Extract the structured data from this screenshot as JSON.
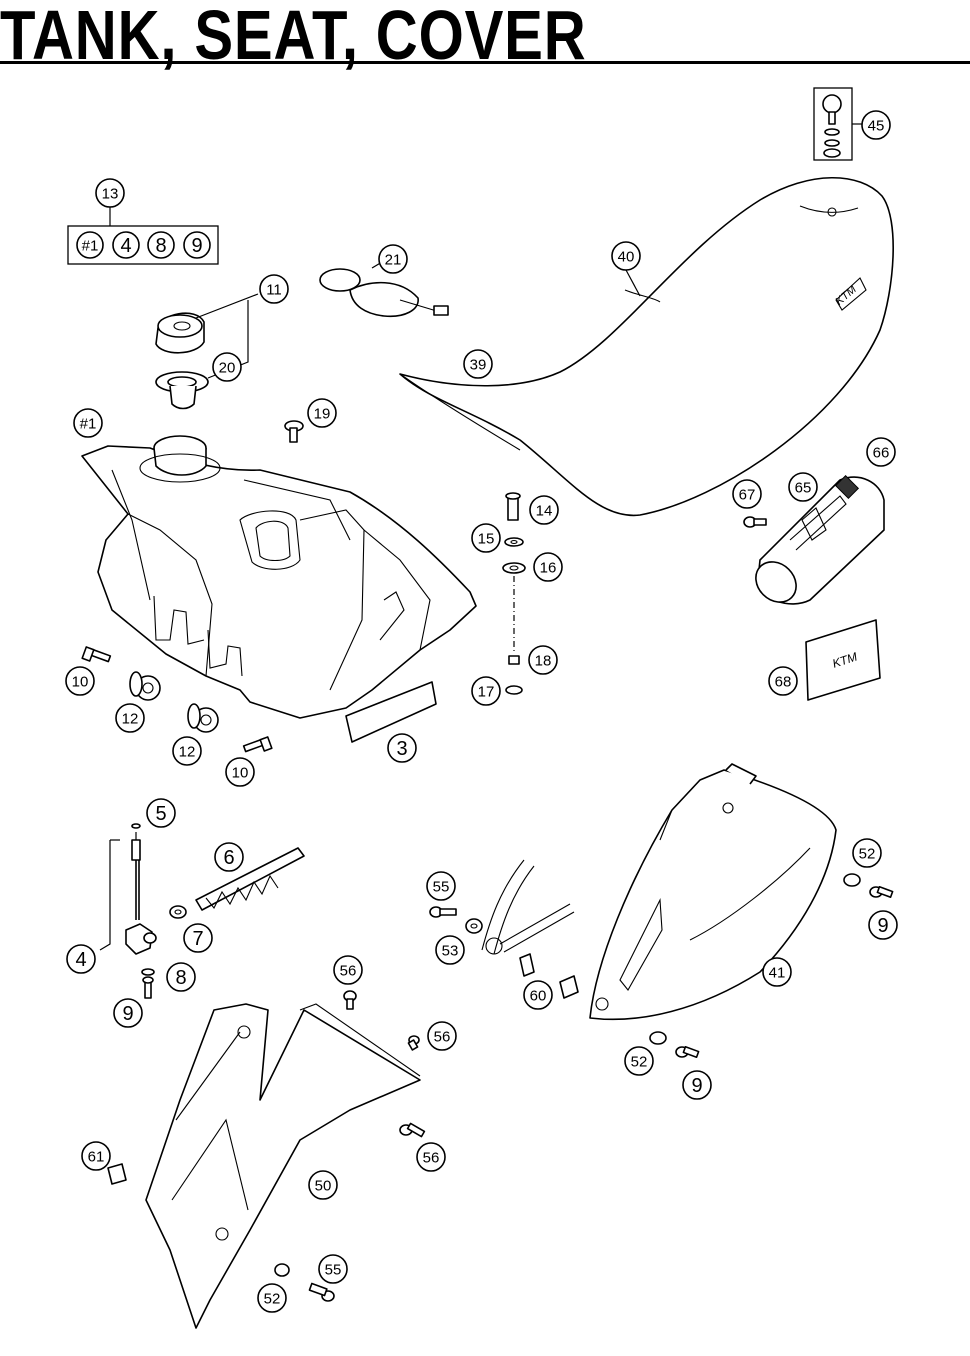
{
  "page": {
    "title": "TANK, SEAT, COVER"
  },
  "kit_box": {
    "label": "13",
    "contents": [
      "#1",
      "4",
      "8",
      "9"
    ]
  },
  "callouts": [
    {
      "id": "c45",
      "label": "45"
    },
    {
      "id": "c13",
      "label": "13"
    },
    {
      "id": "c21",
      "label": "21"
    },
    {
      "id": "c40",
      "label": "40"
    },
    {
      "id": "c11",
      "label": "11"
    },
    {
      "id": "c20",
      "label": "20"
    },
    {
      "id": "c39",
      "label": "39"
    },
    {
      "id": "c19",
      "label": "19"
    },
    {
      "id": "c1",
      "label": "#1"
    },
    {
      "id": "c66",
      "label": "66"
    },
    {
      "id": "c67",
      "label": "67"
    },
    {
      "id": "c65",
      "label": "65"
    },
    {
      "id": "c14",
      "label": "14"
    },
    {
      "id": "c15",
      "label": "15"
    },
    {
      "id": "c16",
      "label": "16"
    },
    {
      "id": "c18",
      "label": "18"
    },
    {
      "id": "c17",
      "label": "17"
    },
    {
      "id": "c68",
      "label": "68"
    },
    {
      "id": "c10a",
      "label": "10"
    },
    {
      "id": "c12a",
      "label": "12"
    },
    {
      "id": "c12b",
      "label": "12"
    },
    {
      "id": "c10b",
      "label": "10"
    },
    {
      "id": "c3",
      "label": "3"
    },
    {
      "id": "c5",
      "label": "5"
    },
    {
      "id": "c6",
      "label": "6"
    },
    {
      "id": "c7",
      "label": "7"
    },
    {
      "id": "c4",
      "label": "4"
    },
    {
      "id": "c8",
      "label": "8"
    },
    {
      "id": "c9a",
      "label": "9"
    },
    {
      "id": "c55a",
      "label": "55"
    },
    {
      "id": "c53",
      "label": "53"
    },
    {
      "id": "c60",
      "label": "60"
    },
    {
      "id": "c56a",
      "label": "56"
    },
    {
      "id": "c52a",
      "label": "52"
    },
    {
      "id": "c9b",
      "label": "9"
    },
    {
      "id": "c41",
      "label": "41"
    },
    {
      "id": "c56b",
      "label": "56"
    },
    {
      "id": "c52b",
      "label": "52"
    },
    {
      "id": "c9c",
      "label": "9"
    },
    {
      "id": "c56c",
      "label": "56"
    },
    {
      "id": "c61",
      "label": "61"
    },
    {
      "id": "c50",
      "label": "50"
    },
    {
      "id": "c55b",
      "label": "55"
    },
    {
      "id": "c52c",
      "label": "52"
    }
  ]
}
